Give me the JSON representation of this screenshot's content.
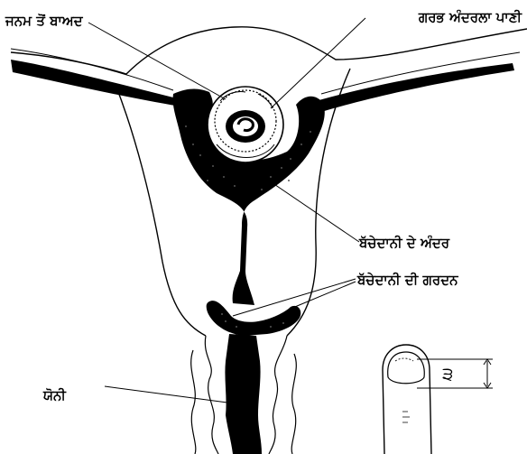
{
  "labels": {
    "after_birth": "ਜਨਮ ਤੋਂ ਬਾਅਦ",
    "amniotic_water": "ਗਰਭ ਅੰਦਰਲਾ ਪਾਣੀ",
    "inside_uterus": "ਬੱਚੇਦਾਨੀ ਦੇ ਅੰਦਰ",
    "cervix": "ਬੱਚੇਦਾਨੀ ਦੀ ਗਰਦਨ",
    "vagina": "ਯੋਨੀ"
  },
  "colors": {
    "ink": "#000000",
    "background": "#ffffff",
    "stipple": "#555555"
  }
}
